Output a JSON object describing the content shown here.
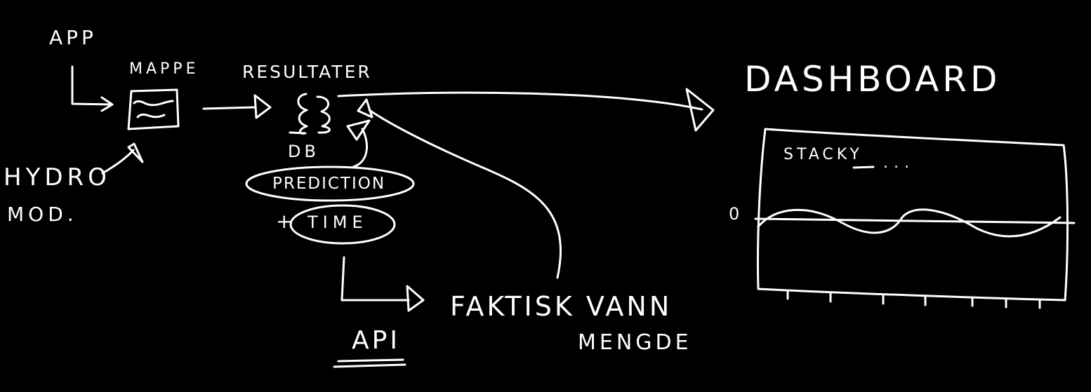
{
  "colors": {
    "background": "#000000",
    "ink": "#ffffff"
  },
  "labels": {
    "app": "APP",
    "mappe": "MAPPE",
    "resultater": "RESULTATER",
    "db": "DB",
    "hydro_line1": "HYDRO",
    "hydro_line2": "MOD.",
    "prediction": "PREDICTION",
    "plus": "+",
    "time": "TIME",
    "api": "API",
    "faktisk_line1": "FAKTISK VANN",
    "faktisk_line2": "MENGDE",
    "dashboard": "DASHBOARD",
    "stacky": "STACKY",
    "stacky_dots": "...",
    "zero": "0"
  }
}
